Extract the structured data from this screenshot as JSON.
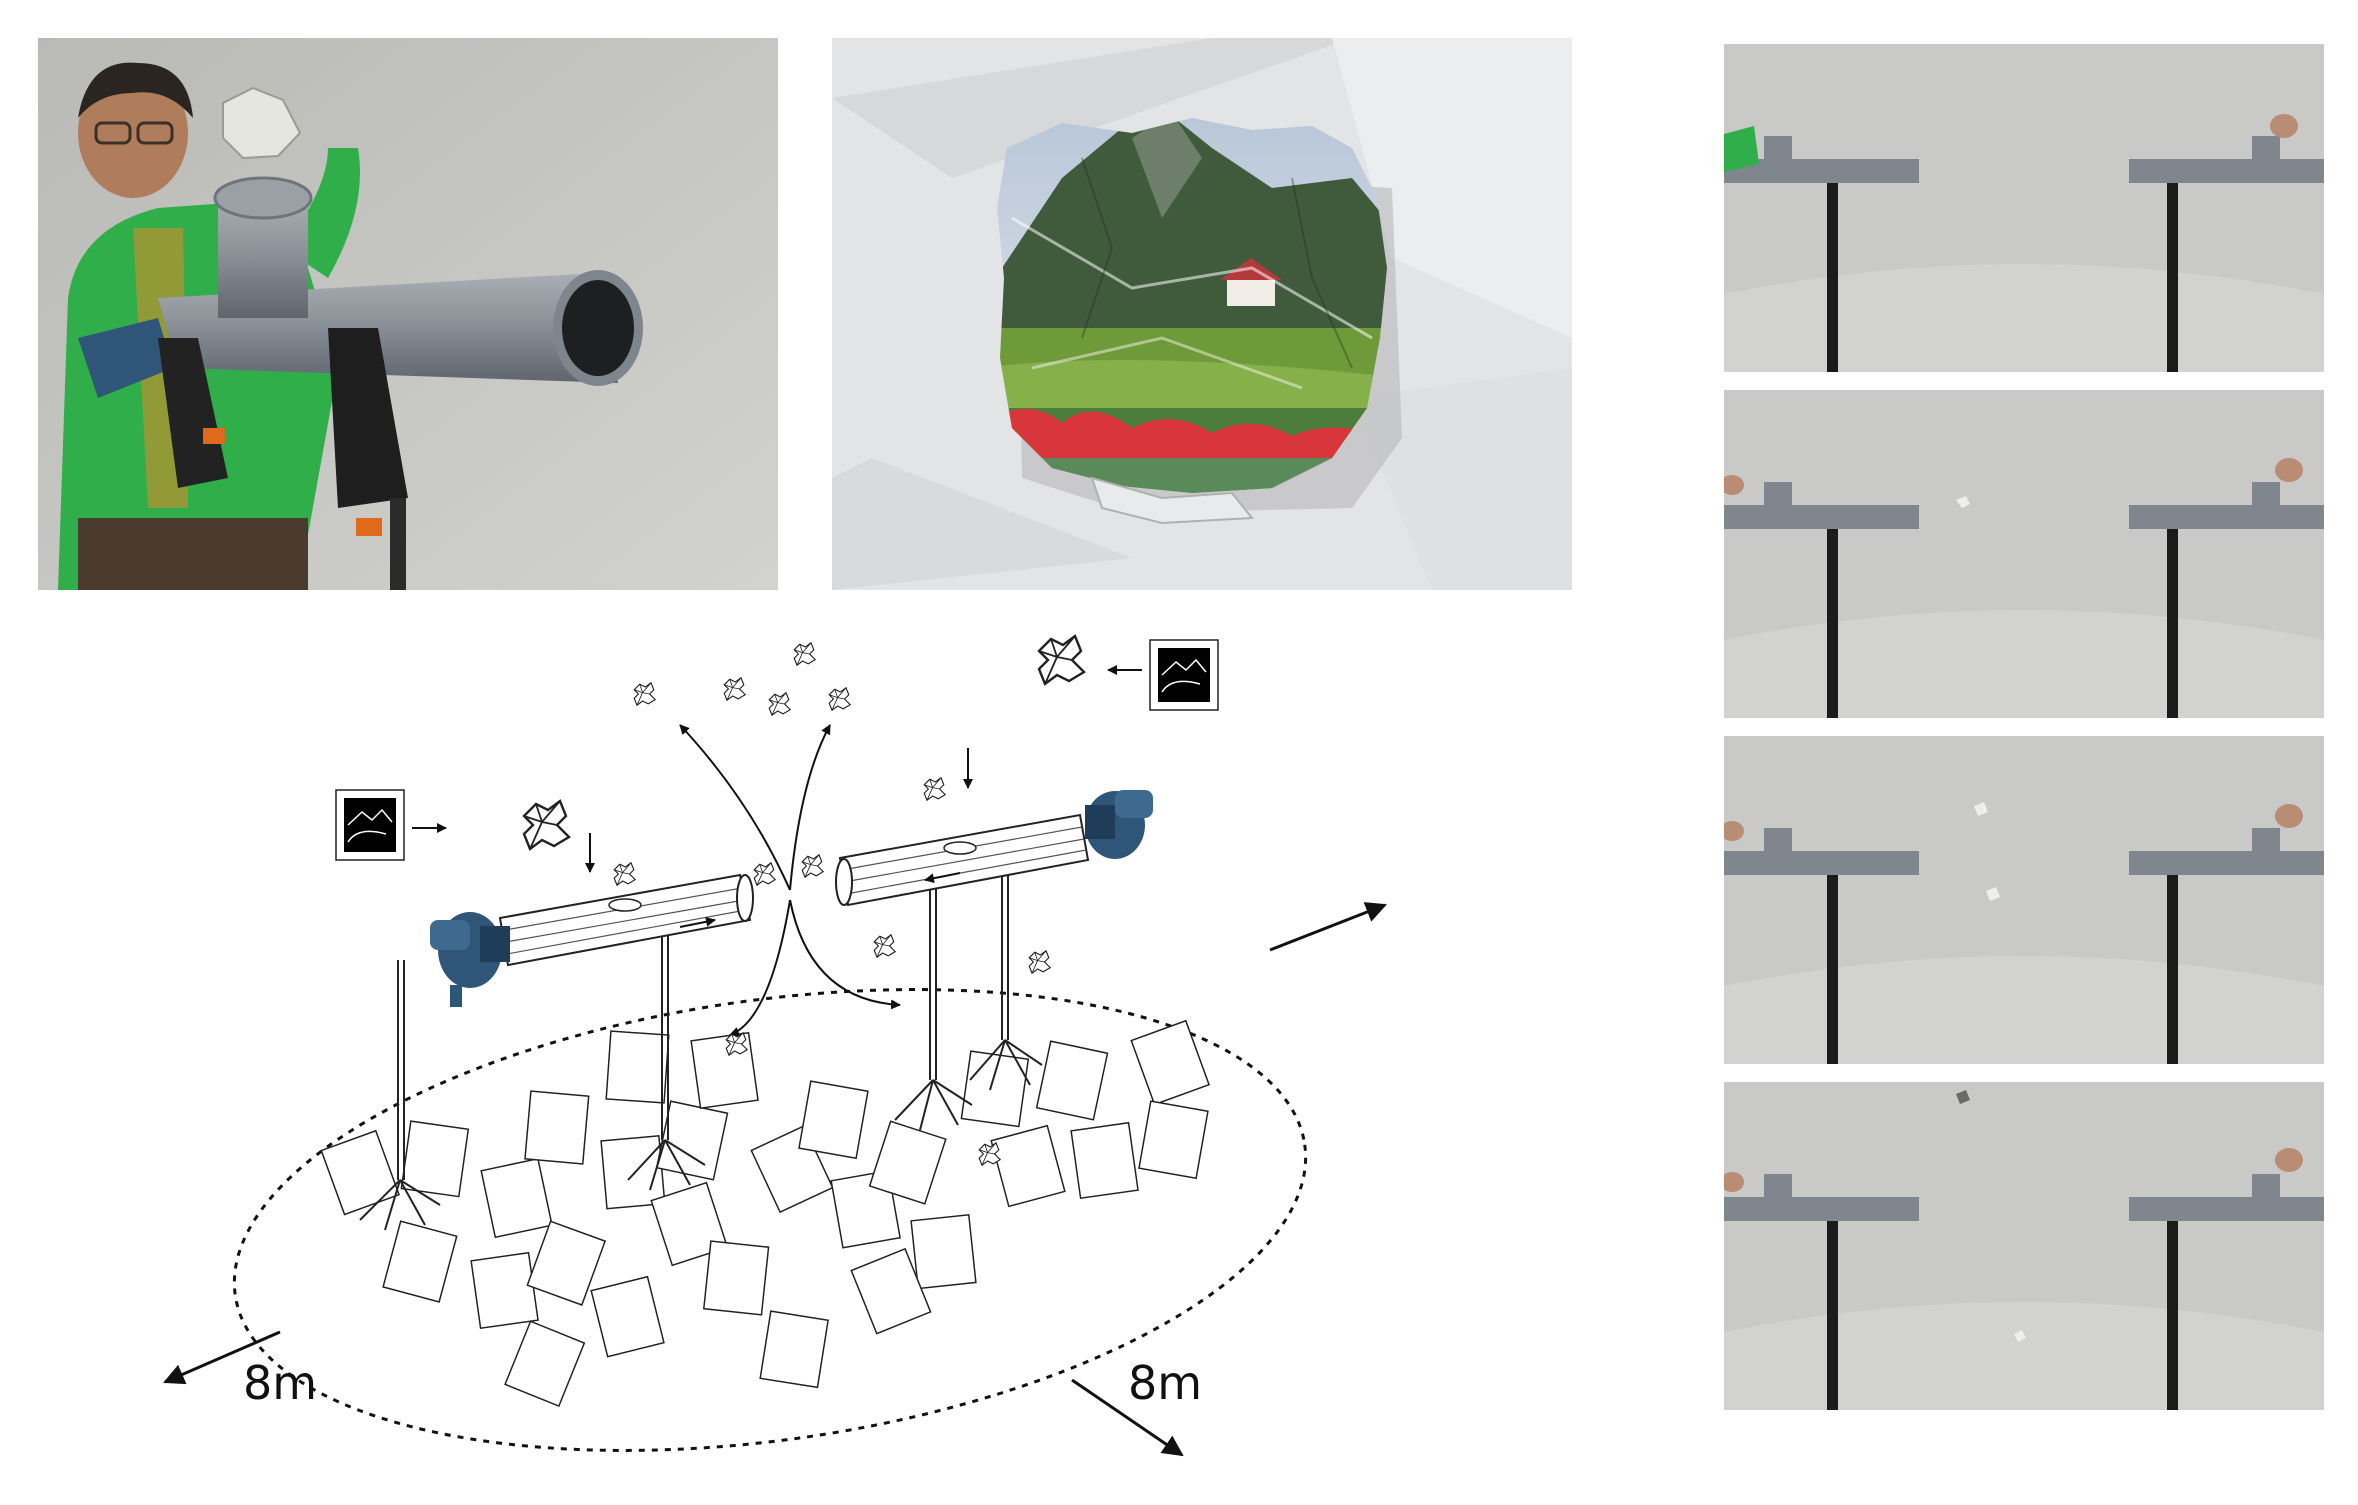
{
  "diagram": {
    "dimension_left": "8m",
    "dimension_right": "8m"
  },
  "photos": {
    "operator_launcher": "photo-person-with-pvc-launcher",
    "crumpled_print": "photo-crumpled-landscape-print",
    "sequence_count": 4
  },
  "colors": {
    "backdrop": "#c9c9c7",
    "pipe": "#8b9198",
    "jacket": "#2fae4a",
    "stand": "#1b1b1b",
    "blower": "#2f5678"
  }
}
